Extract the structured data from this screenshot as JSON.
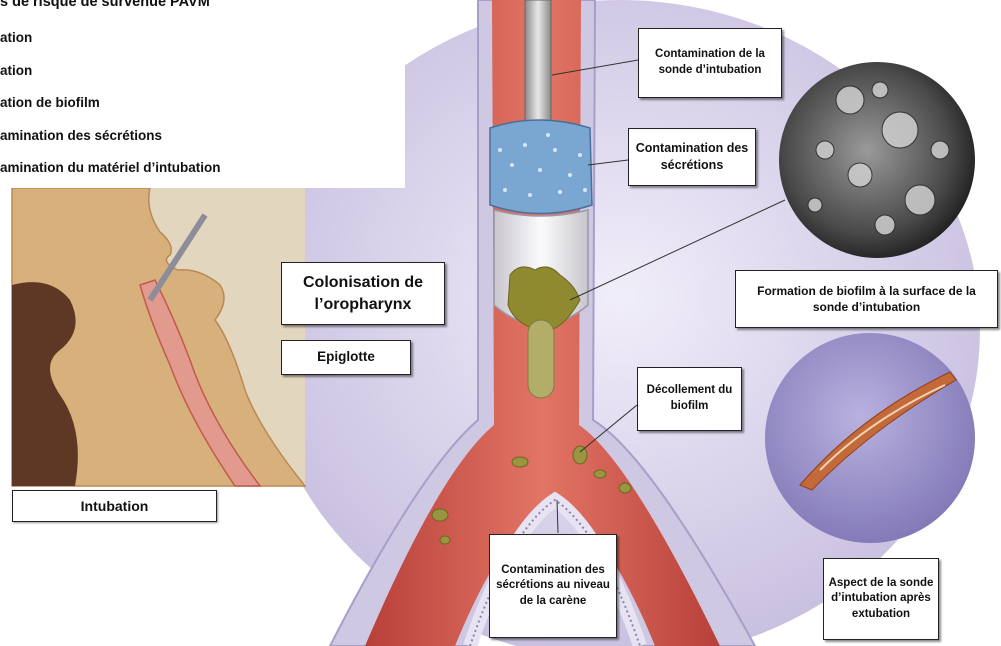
{
  "risk_panel": {
    "title": "s de risque de survenue PAVM",
    "items": [
      "ation",
      "ation",
      "ation de biofilm",
      "amination des sécrétions",
      "amination du matériel d’intubation"
    ]
  },
  "labels": {
    "sonde_contamination": "Contamination de la sonde d’intubation",
    "secretions_contamination": "Contamination des sécrétions",
    "colonisation": "Colonisation de l’oropharynx",
    "epiglotte": "Epiglotte",
    "intubation": "Intubation",
    "biofilm_formation": "Formation de biofilm à la surface de la sonde d’intubation",
    "decollement": "Décollement du biofilm",
    "carene": "Contamination des sécrétions au niveau de la carène",
    "aspect": "Aspect de la sonde d’intubation après extubation"
  },
  "colors": {
    "trachea_wall": "#d5cfe4",
    "trachea_lumen": "#d9554d",
    "cuff": "#7aa5cf",
    "secretion": "#8f8a2f",
    "skin": "#d8b07c",
    "hair": "#5e3824"
  }
}
